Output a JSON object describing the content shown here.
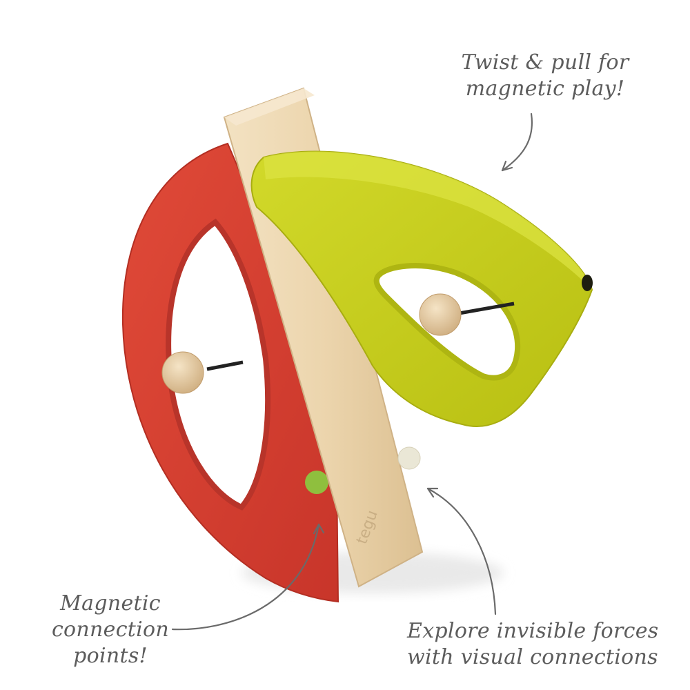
{
  "captions": {
    "twist": [
      "Twist & pull for",
      "magnetic play!"
    ],
    "magnetic": [
      "Magnetic",
      "connection",
      "points!"
    ],
    "explore": [
      "Explore invisible forces",
      "with visual connections"
    ]
  },
  "brand_mark": "tegu",
  "colors": {
    "background": "#ffffff",
    "red_piece": "#d8402f",
    "yellow_piece": "#c7cf1d",
    "wood": "#ecd6b0",
    "caption_text": "#5c5c5c",
    "arrow": "#6a6a6a",
    "green_dot": "#8fbf3e",
    "white_dot": "#eae7d6"
  }
}
